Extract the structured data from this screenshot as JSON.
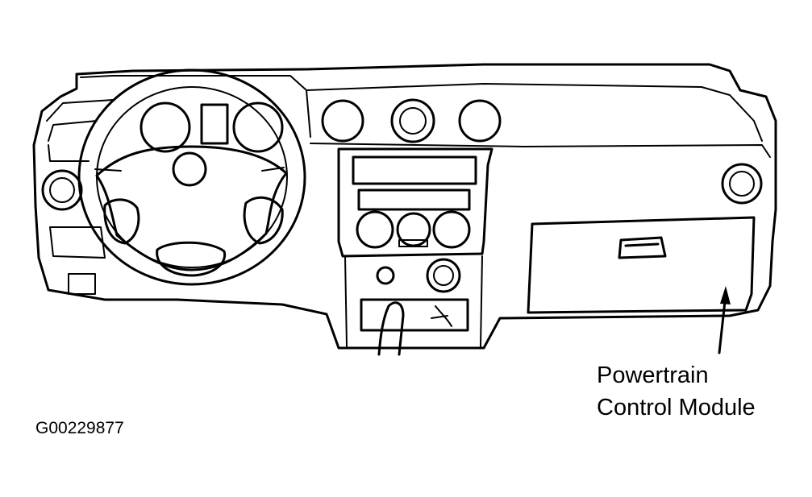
{
  "diagram": {
    "callout": {
      "line1": "Powertrain",
      "line2": "Control Module"
    },
    "figure_id": "G00229877"
  }
}
